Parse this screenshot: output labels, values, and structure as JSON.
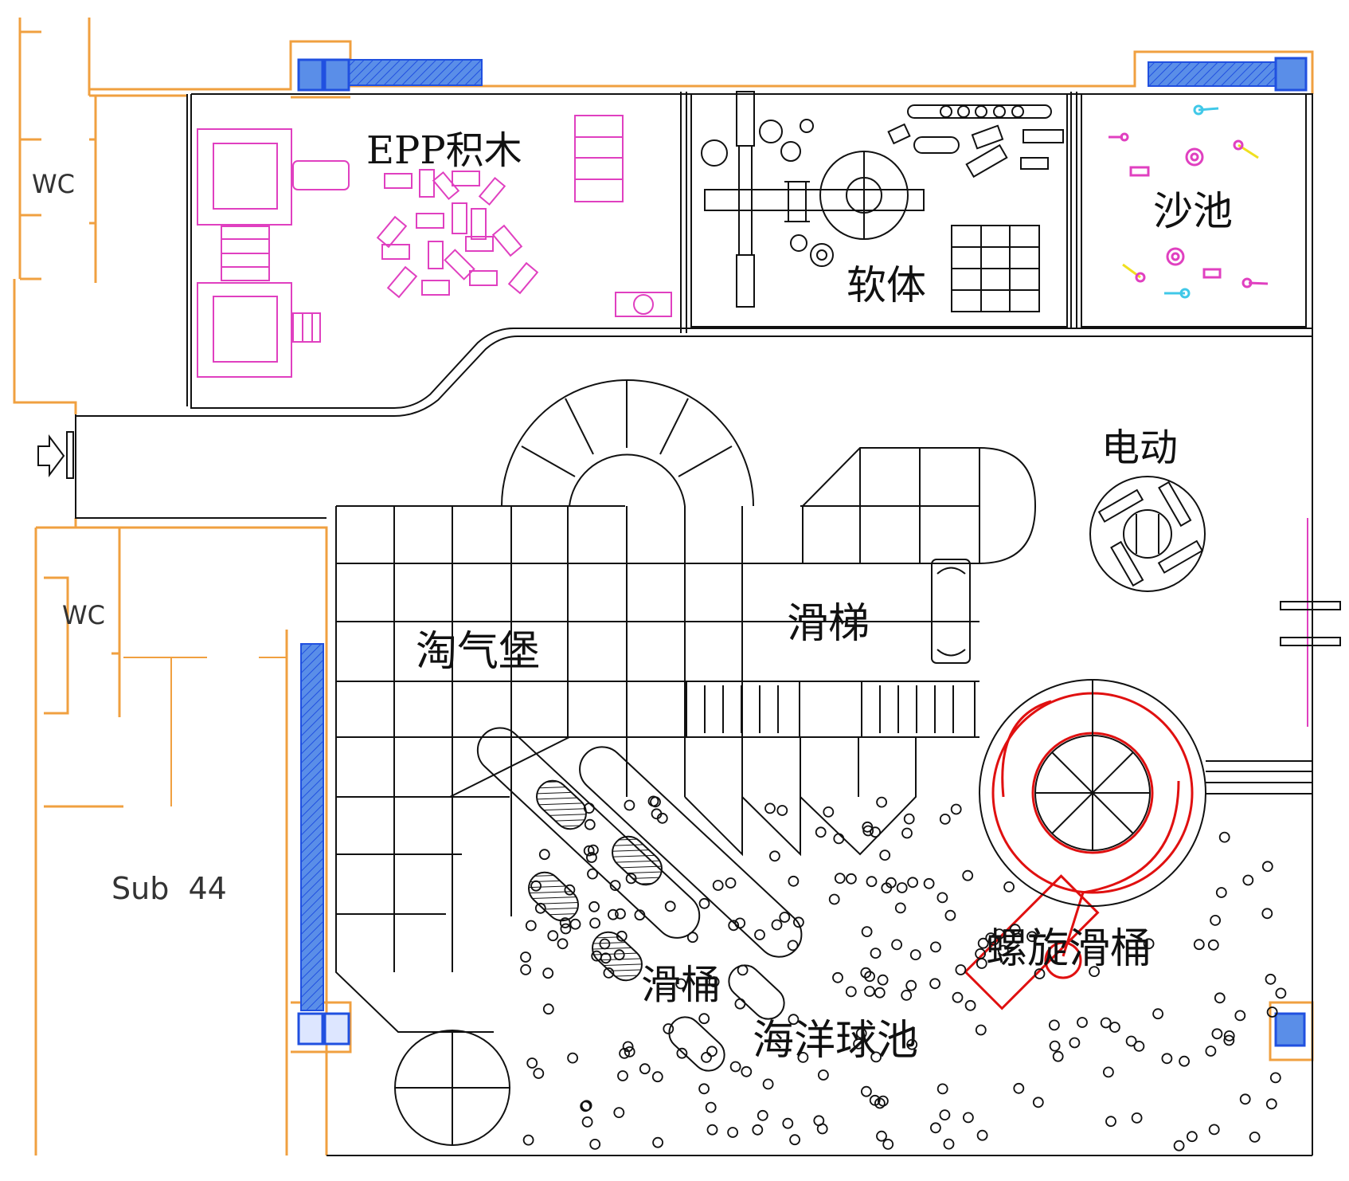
{
  "colors": {
    "wall": "#f0a040",
    "line": "#111111",
    "pink": "#e040c0",
    "blue": "#2050e0",
    "blue_fill": "#5a8ee8",
    "red": "#e01010",
    "cyan": "#40c8e8",
    "yellow": "#f0e020"
  },
  "labels": {
    "epp": "EPP积木",
    "soft": "软体",
    "sand": "沙池",
    "electric": "电动",
    "castle": "淘气堡",
    "slide": "滑梯",
    "tube_slide": "滑桶",
    "spiral": "螺旋滑桶",
    "ball_pool": "海洋球池",
    "wc_top": "WC",
    "wc_bottom": "WC",
    "sub": "Sub  44"
  }
}
